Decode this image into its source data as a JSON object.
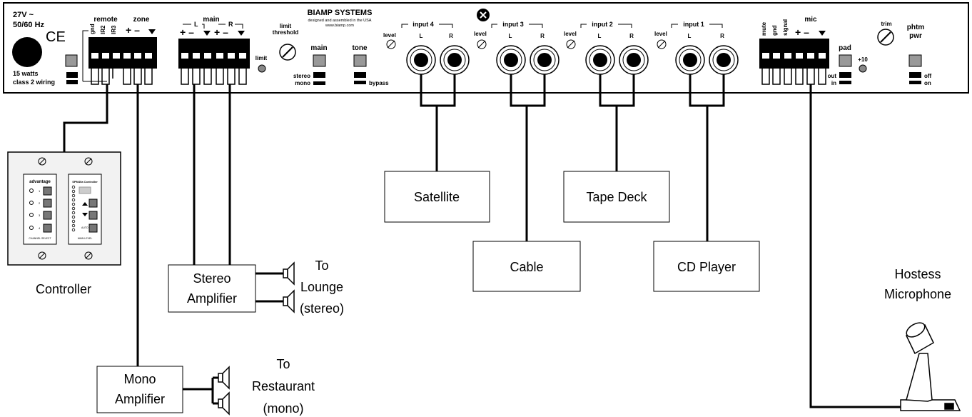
{
  "panel": {
    "power_line1": "27V ~",
    "power_line2": "50/60 Hz",
    "ce_mark": "CE",
    "wattage_line1": "15 watts",
    "wattage_line2": "class 2 wiring",
    "brand": "BIAMP SYSTEMS",
    "brand_sub1": "designed and assembled in the USA",
    "brand_sub2": "www.biamp.com",
    "remote_label": "remote",
    "remote_gnd": "gnd",
    "remote_ir2": "IR2",
    "remote_ir3": "IR3",
    "zone_label": "zone",
    "plus_minus": "+ –",
    "main_label": "main",
    "main_L": "L",
    "main_R": "R",
    "limit_threshold_1": "limit",
    "limit_threshold_2": "threshold",
    "limit_led": "limit",
    "main_switch": "main",
    "stereo": "stereo",
    "mono": "mono",
    "tone": "tone",
    "bypass": "bypass",
    "input4": "input 4",
    "input3": "input 3",
    "input2": "input 2",
    "input1": "input 1",
    "level": "level",
    "jack_L": "L",
    "jack_R": "R",
    "mic_label": "mic",
    "mic_mute": "mute",
    "mic_gnd": "gnd",
    "mic_signal": "signal",
    "pad": "pad",
    "plus10": "+10",
    "out": "out",
    "in": "in",
    "trim": "trim",
    "phtm1": "phtm",
    "phtm2": "pwr",
    "off": "off",
    "on": "on"
  },
  "controller": {
    "brand": "advantage",
    "channel_select": "CHANNEL SELECT",
    "right_title": "SPM40a Controller",
    "main_level": "MAIN LEVEL",
    "auto": "AUTO",
    "nums": [
      "1",
      "2",
      "3",
      "4"
    ],
    "label": "Controller"
  },
  "devices": {
    "satellite": "Satellite",
    "cable": "Cable",
    "tape_deck": "Tape Deck",
    "cd_player": "CD Player",
    "stereo_amp_1": "Stereo",
    "stereo_amp_2": "Amplifier",
    "mono_amp_1": "Mono",
    "mono_amp_2": "Amplifier"
  },
  "destinations": {
    "lounge_1": "To",
    "lounge_2": "Lounge",
    "lounge_3": "(stereo)",
    "restaurant_1": "To",
    "restaurant_2": "Restaurant",
    "restaurant_3": "(mono)",
    "hostess_1": "Hostess",
    "hostess_2": "Microphone"
  }
}
